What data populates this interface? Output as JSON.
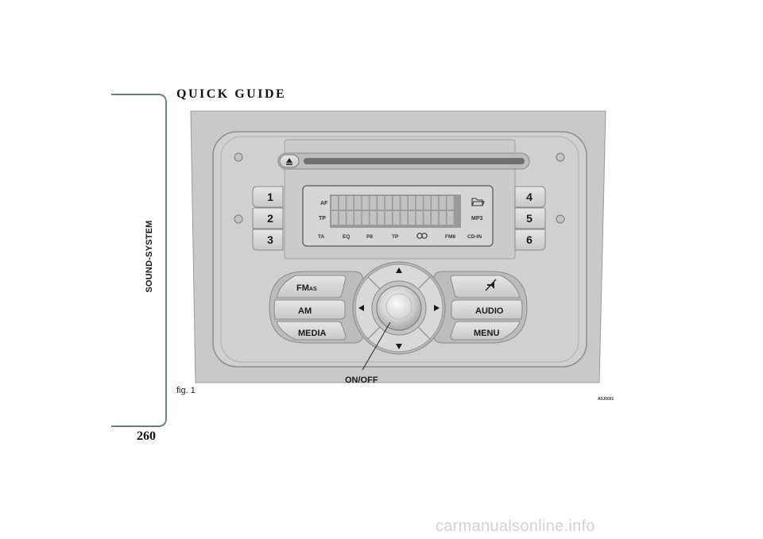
{
  "section": {
    "side_title": "SOUND-SYSTEM",
    "title": "QUICK GUIDE"
  },
  "page_number": "260",
  "figure": {
    "caption": "fig. 1",
    "code": "A0J0001",
    "preset_buttons": [
      "1",
      "2",
      "3",
      "4",
      "5",
      "6"
    ],
    "left_buttons": {
      "fm_main": "FM",
      "fm_suffix": "AS",
      "am": "AM",
      "media": "MEDIA"
    },
    "right_buttons": {
      "audio": "AUDIO",
      "menu": "MENU"
    },
    "display_labels": {
      "af": "AF",
      "tp_left": "TP",
      "ta": "TA",
      "eq": "EQ",
      "p8": "P8",
      "tp_bottom": "TP",
      "fm8": "FM8",
      "cd_in": "CD-IN",
      "mp3": "MP3"
    },
    "knob_callout": "ON/OFF",
    "icons": [
      "eject-icon",
      "folder-icon",
      "loop-icon",
      "mute-icon",
      "arrow-up-icon",
      "arrow-down-icon",
      "arrow-left-icon",
      "arrow-right-icon"
    ]
  },
  "watermark": "carmanualsonline.info"
}
